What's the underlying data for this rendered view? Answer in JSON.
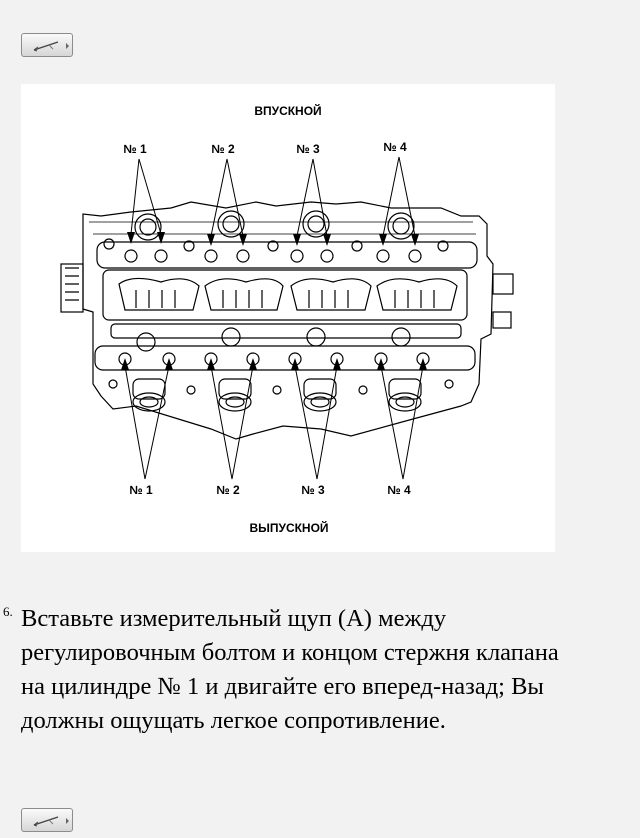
{
  "toolbar": {
    "top_button_icon": "pen-tool-icon",
    "bottom_button_icon": "pen-tool-icon"
  },
  "figure": {
    "intake_label": "ВПУСКНОЙ",
    "exhaust_label": "ВЫПУСКНОЙ",
    "intake_cylinders": [
      "№ 1",
      "№ 2",
      "№ 3",
      "№ 4"
    ],
    "exhaust_cylinders": [
      "№ 1",
      "№ 2",
      "№ 3",
      "№ 4"
    ]
  },
  "step": {
    "number": "6.",
    "lines": [
      "Вставьте измерительный щуп (A) между",
      "регулировочным болтом и концом стержня клапана",
      "на цилиндре № 1 и двигайте его вперед-назад; Вы",
      "должны ощущать легкое сопротивление."
    ]
  }
}
